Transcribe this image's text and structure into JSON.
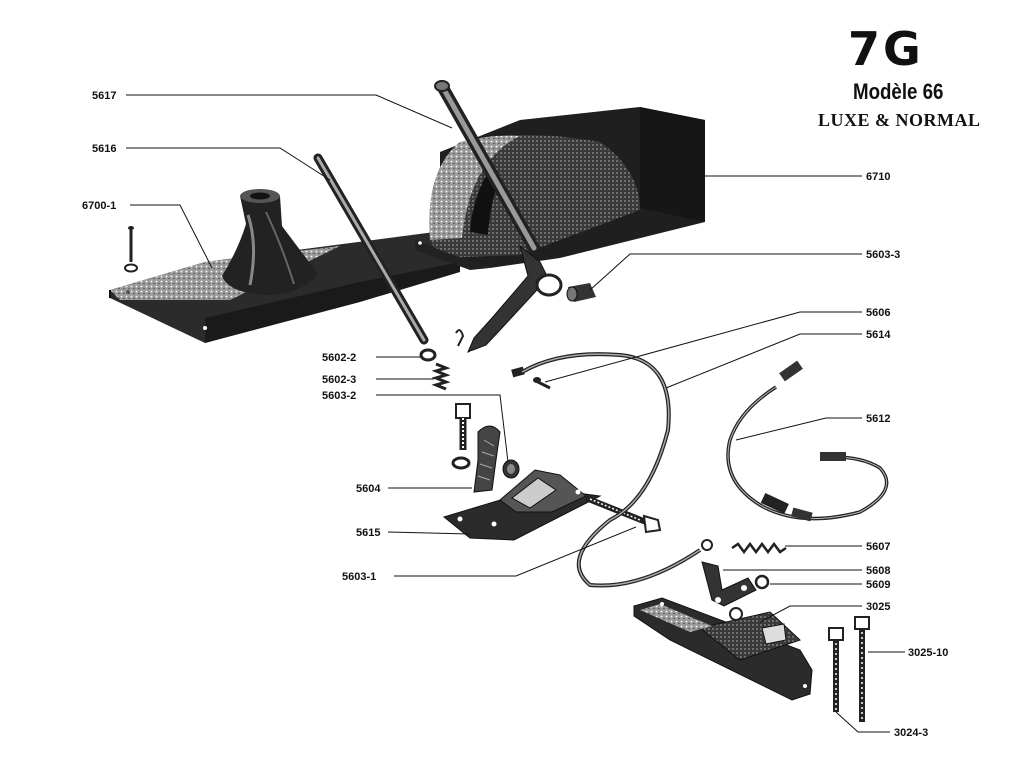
{
  "header": {
    "code": "7G",
    "model": "Modèle 66",
    "trim": "LUXE & NORMAL"
  },
  "parts": {
    "p5617": "5617",
    "p5616": "5616",
    "p6700_1": "6700-1",
    "p6710": "6710",
    "p5603_3": "5603-3",
    "p5606": "5606",
    "p5614": "5614",
    "p5602_2": "5602-2",
    "p5602_3": "5602-3",
    "p5603_2": "5603-2",
    "p5612": "5612",
    "p5604": "5604",
    "p5615": "5615",
    "p5603_1": "5603-1",
    "p5607": "5607",
    "p5608": "5608",
    "p5609": "5609",
    "p3025": "3025",
    "p3025_10": "3025-10",
    "p3024_3": "3024-3"
  }
}
